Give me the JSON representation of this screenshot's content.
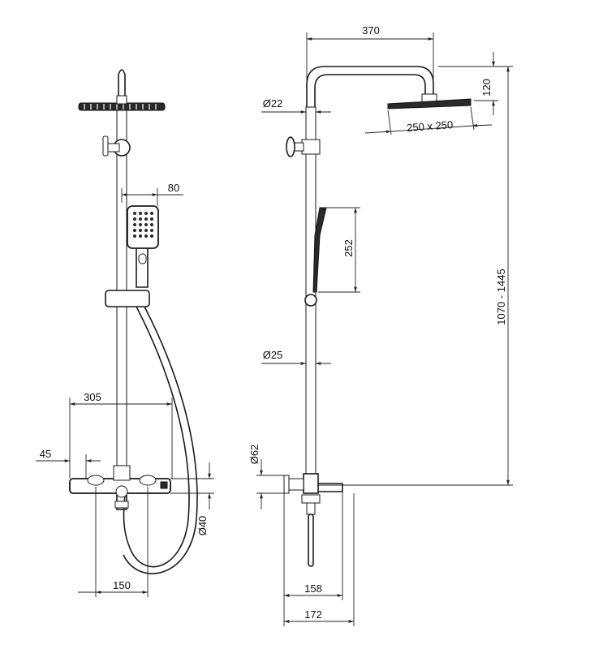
{
  "dimensions": {
    "d370": "370",
    "d120": "120",
    "d22": "Ø22",
    "d250x250": "250 x 250",
    "d80": "80",
    "d252": "252",
    "d1070_1445": "1070 - 1445",
    "d25": "Ø25",
    "d305": "305",
    "d45": "45",
    "d62": "Ø62",
    "d40": "Ø40",
    "d150": "150",
    "d158": "158",
    "d172": "172"
  }
}
